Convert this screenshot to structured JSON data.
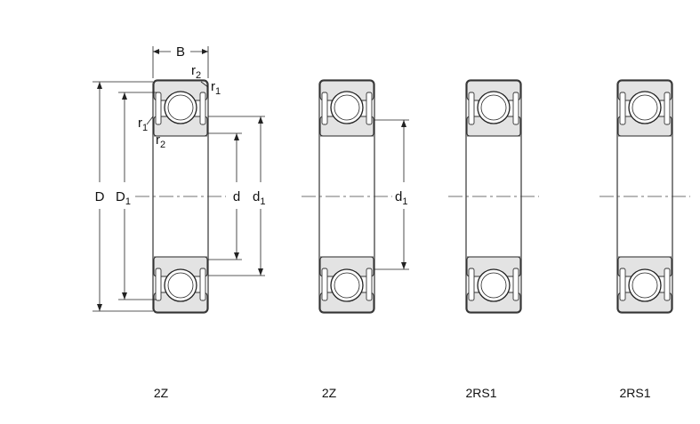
{
  "dimensions": {
    "B": "B",
    "r2_top": {
      "base": "r",
      "sub": "2"
    },
    "r1_top": {
      "base": "r",
      "sub": "1"
    },
    "r1_inner": {
      "base": "r",
      "sub": "1"
    },
    "r2_inner": {
      "base": "r",
      "sub": "2"
    },
    "D": "D",
    "D1": {
      "base": "D",
      "sub": "1"
    },
    "d": "d",
    "d1": {
      "base": "d",
      "sub": "1"
    },
    "d1_second": {
      "base": "d",
      "sub": "1"
    }
  },
  "bearings": [
    {
      "caption": "2Z"
    },
    {
      "caption": "2Z"
    },
    {
      "caption": "2RS1"
    },
    {
      "caption": "2RS1"
    }
  ]
}
